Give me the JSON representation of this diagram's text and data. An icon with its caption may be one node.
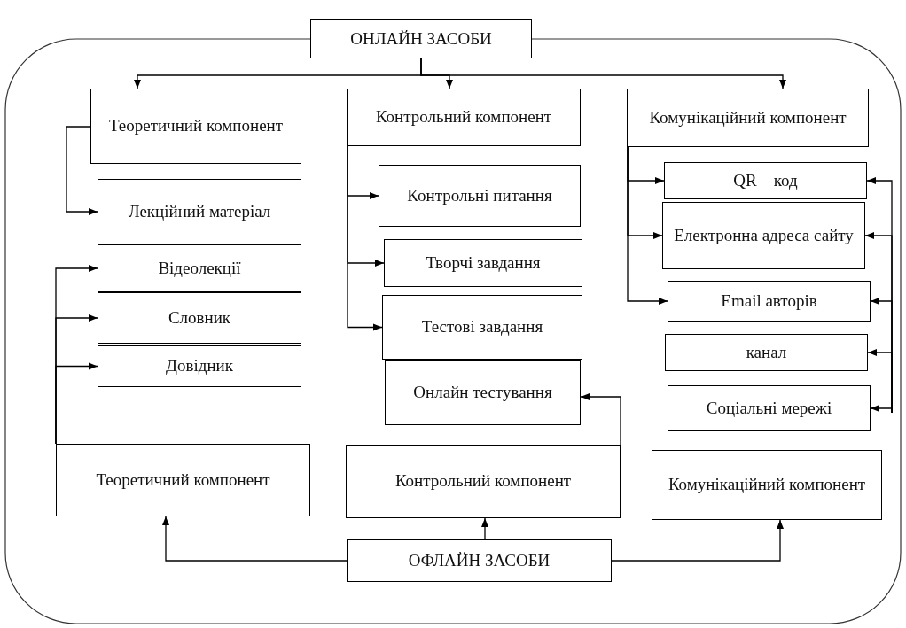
{
  "diagram": {
    "nodes": [
      {
        "text": [
          "ОНЛАЙН ЗАСОБИ"
        ]
      },
      {
        "text": [
          "Теоретичний компонент"
        ]
      },
      {
        "text": [
          "Контрольний компонент"
        ]
      },
      {
        "text": [
          "Комунікаційний компонент"
        ]
      },
      {
        "text": [
          "Лекційний матеріал"
        ]
      },
      {
        "text": [
          "Відеолекції"
        ]
      },
      {
        "text": [
          "Словник"
        ]
      },
      {
        "text": [
          "Довідник"
        ]
      },
      {
        "text": [
          "Контрольні питання"
        ]
      },
      {
        "text": [
          "Творчі завдання"
        ]
      },
      {
        "text": [
          "Тестові завдання"
        ]
      },
      {
        "text": [
          "Онлайн тестування"
        ]
      },
      {
        "text": [
          "QR – код"
        ]
      },
      {
        "text": [
          "Електронна адреса сайту"
        ]
      },
      {
        "text": [
          "Email авторів"
        ]
      },
      {
        "text": [
          "канал"
        ]
      },
      {
        "text": [
          "Соціальні мережі"
        ]
      },
      {
        "text": [
          "Теоретичний компонент"
        ]
      },
      {
        "text": [
          "Контрольний компонент"
        ]
      },
      {
        "text": [
          "Комунікаційний компонент"
        ]
      },
      {
        "text": [
          "ОФЛАЙН ЗАСОБИ"
        ]
      }
    ],
    "edges": [
      {
        "from": 0,
        "to": 1,
        "arrow": "to"
      },
      {
        "from": 0,
        "to": 2,
        "arrow": "to"
      },
      {
        "from": 0,
        "to": 3,
        "arrow": "to"
      },
      {
        "from": 1,
        "to": 4,
        "arrow": "to"
      },
      {
        "from": 17,
        "to": 5,
        "arrow": "to"
      },
      {
        "from": 17,
        "to": 6,
        "arrow": "to"
      },
      {
        "from": 17,
        "to": 7,
        "arrow": "to"
      },
      {
        "from": 2,
        "to": 8,
        "arrow": "to"
      },
      {
        "from": 2,
        "to": 9,
        "arrow": "to"
      },
      {
        "from": 2,
        "to": 10,
        "arrow": "to"
      },
      {
        "from": 18,
        "to": 11,
        "arrow": "to"
      },
      {
        "from": 3,
        "to": 12,
        "arrow": "to"
      },
      {
        "from": 3,
        "to": 13,
        "arrow": "to"
      },
      {
        "from": 3,
        "to": 14,
        "arrow": "to"
      },
      {
        "from": null,
        "to": 12,
        "arrow": "to"
      },
      {
        "from": null,
        "to": 13,
        "arrow": "to"
      },
      {
        "from": null,
        "to": 14,
        "arrow": "to"
      },
      {
        "from": null,
        "to": 15,
        "arrow": "to"
      },
      {
        "from": null,
        "to": 16,
        "arrow": "to"
      },
      {
        "from": 20,
        "to": 17,
        "arrow": "to"
      },
      {
        "from": 20,
        "to": 18,
        "arrow": "to"
      },
      {
        "from": 20,
        "to": 19,
        "arrow": "to"
      }
    ]
  }
}
